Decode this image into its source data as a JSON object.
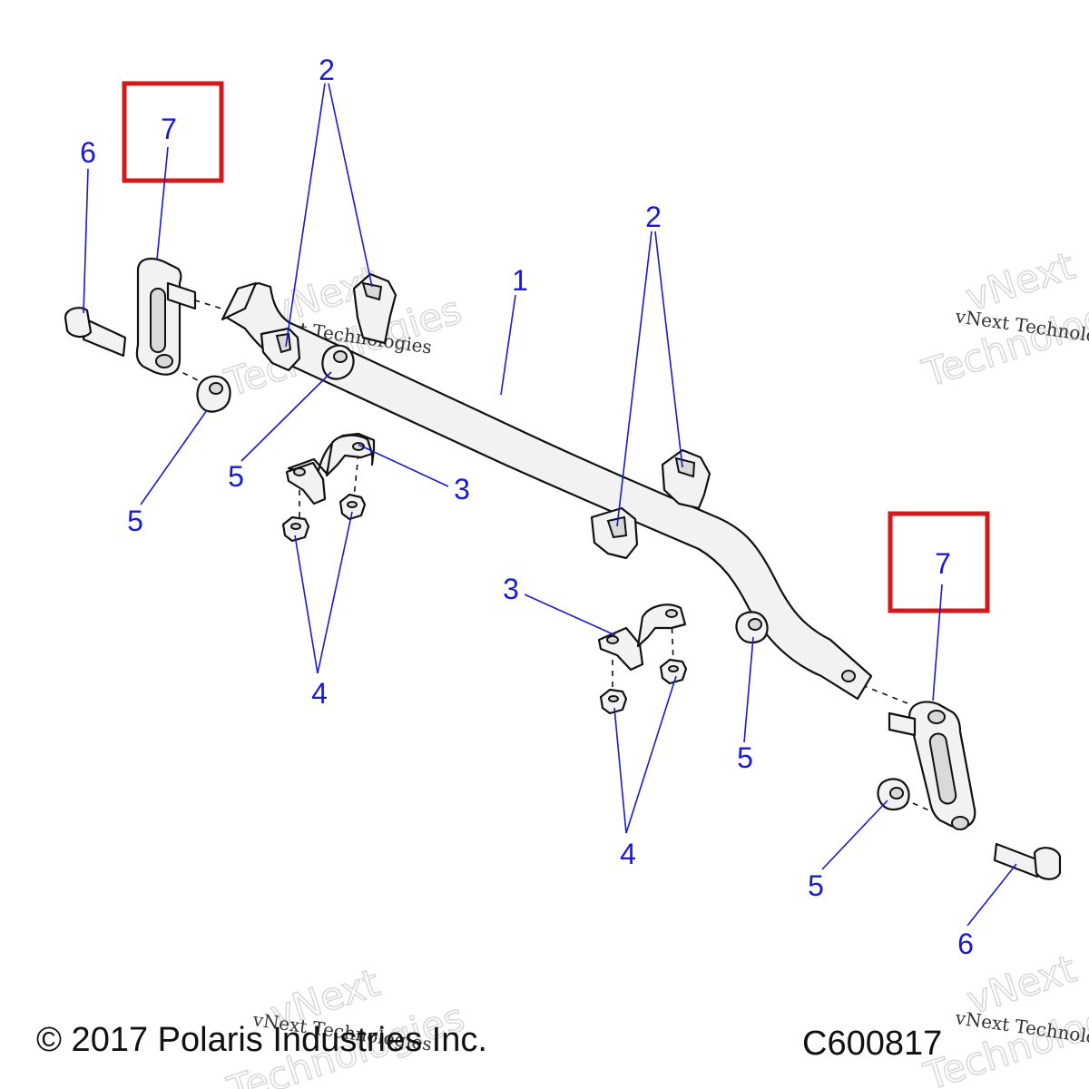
{
  "callouts": {
    "part1": "1",
    "part2": "2",
    "part3": "3",
    "part4": "4",
    "part5": "5",
    "part6": "6",
    "part7": "7"
  },
  "watermark": {
    "small": "vNext Technologies",
    "big_line1": "vNext",
    "big_line2": "Technologies"
  },
  "footer": {
    "copyright": "© 2017 Polaris Industries Inc.",
    "code": "C600817"
  },
  "colors": {
    "callout": "#1a1ad6",
    "highlight_box": "#d21a1a"
  }
}
